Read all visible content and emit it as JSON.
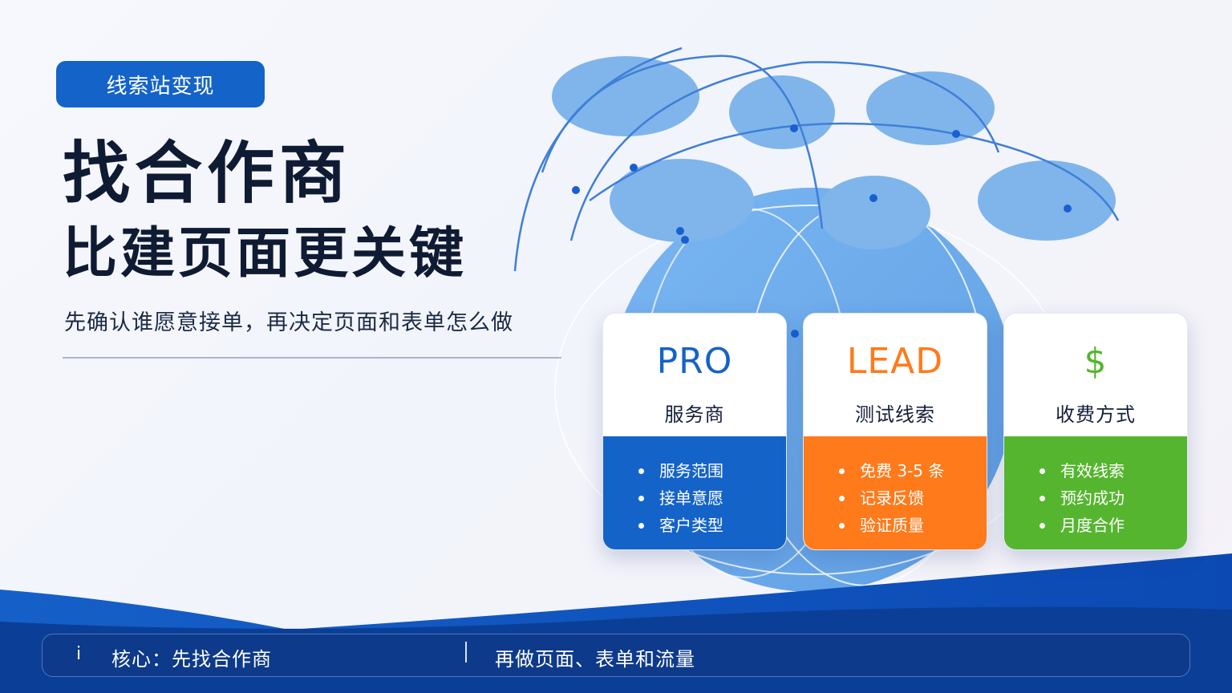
{
  "tag": "线索站变现",
  "title_line1": "找合作商",
  "title_line2": "比建页面更关键",
  "subtitle": "先确认谁愿意接单，再决定页面和表单怎么做",
  "colors": {
    "primary_blue": "#1463c9",
    "orange": "#ff7a1a",
    "green": "#55b52f",
    "footer_bg": "#0d3a8a"
  },
  "cards": [
    {
      "icon": "PRO",
      "name": "服务商",
      "items": [
        "服务范围",
        "接单意愿",
        "客户类型"
      ]
    },
    {
      "icon": "LEAD",
      "name": "测试线索",
      "items": [
        "免费 3-5 条",
        "记录反馈",
        "验证质量"
      ]
    },
    {
      "icon": "$",
      "name": "收费方式",
      "items": [
        "有效线索",
        "预约成功",
        "月度合作"
      ]
    }
  ],
  "footer": {
    "icon": "i",
    "left": "核心：先找合作商",
    "right": "再做页面、表单和流量"
  }
}
